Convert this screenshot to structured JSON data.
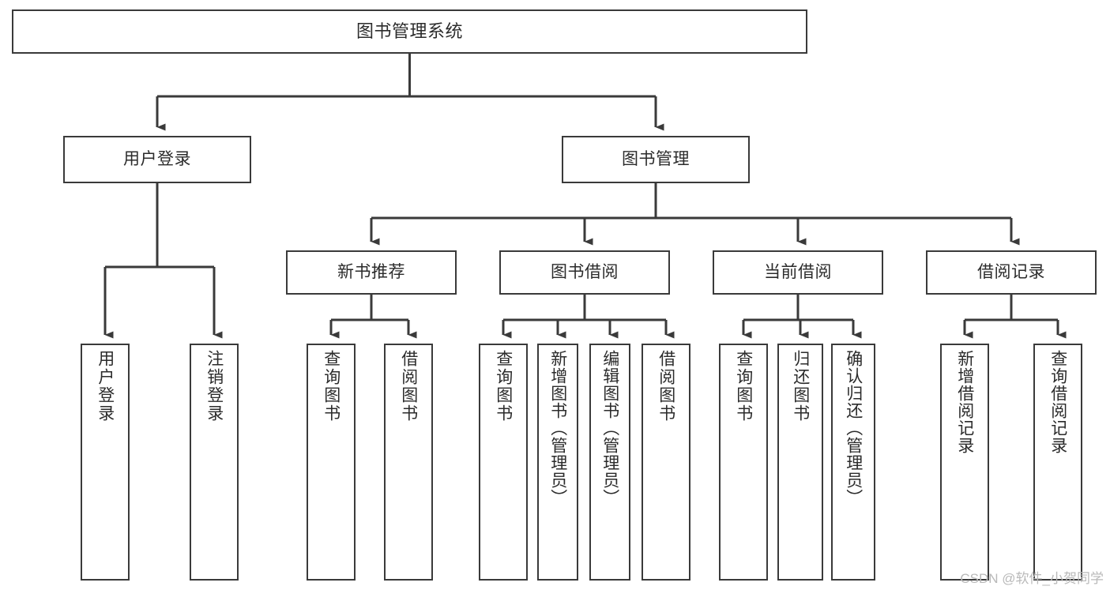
{
  "diagram": {
    "title": "图书管理系统",
    "type": "tree-hierarchy",
    "background_color": "#ffffff",
    "line_color": "#3a3a3a",
    "text_color": "#2b2b2b",
    "nodes": {
      "root": {
        "label": "图书管理系统",
        "level": 1,
        "orientation": "horizontal"
      },
      "l2_0": {
        "label": "用户登录",
        "level": 2,
        "orientation": "horizontal"
      },
      "l2_1": {
        "label": "图书管理",
        "level": 2,
        "orientation": "horizontal"
      },
      "l3_0": {
        "label": "新书推荐",
        "level": 3,
        "orientation": "horizontal"
      },
      "l3_1": {
        "label": "图书借阅",
        "level": 3,
        "orientation": "horizontal"
      },
      "l3_2": {
        "label": "当前借阅",
        "level": 3,
        "orientation": "horizontal"
      },
      "l3_3": {
        "label": "借阅记录",
        "level": 3,
        "orientation": "horizontal"
      },
      "leaf_0": {
        "label": "用户登录",
        "level": 4,
        "orientation": "vertical"
      },
      "leaf_1": {
        "label": "注销登录",
        "level": 4,
        "orientation": "vertical"
      },
      "leaf_2": {
        "label": "查询图书",
        "level": 4,
        "orientation": "vertical"
      },
      "leaf_3": {
        "label": "借阅图书",
        "level": 4,
        "orientation": "vertical"
      },
      "leaf_4": {
        "label": "查询图书",
        "level": 4,
        "orientation": "vertical"
      },
      "leaf_5": {
        "label": "新增图书（管理员）",
        "level": 4,
        "orientation": "vertical"
      },
      "leaf_6": {
        "label": "编辑图书（管理员）",
        "level": 4,
        "orientation": "vertical"
      },
      "leaf_7": {
        "label": "借阅图书",
        "level": 4,
        "orientation": "vertical"
      },
      "leaf_8": {
        "label": "查询图书",
        "level": 4,
        "orientation": "vertical"
      },
      "leaf_9": {
        "label": "归还图书",
        "level": 4,
        "orientation": "vertical"
      },
      "leaf_10": {
        "label": "确认归还（管理员）",
        "level": 4,
        "orientation": "vertical"
      },
      "leaf_11": {
        "label": "新增借阅记录",
        "level": 4,
        "orientation": "vertical"
      },
      "leaf_12": {
        "label": "查询借阅记录",
        "level": 4,
        "orientation": "vertical"
      }
    },
    "edges": [
      {
        "from": "root",
        "to": "l2_0"
      },
      {
        "from": "root",
        "to": "l2_1"
      },
      {
        "from": "l2_0",
        "to": "leaf_0"
      },
      {
        "from": "l2_0",
        "to": "leaf_1"
      },
      {
        "from": "l2_1",
        "to": "l3_0"
      },
      {
        "from": "l2_1",
        "to": "l3_1"
      },
      {
        "from": "l2_1",
        "to": "l3_2"
      },
      {
        "from": "l2_1",
        "to": "l3_3"
      },
      {
        "from": "l3_0",
        "to": "leaf_2"
      },
      {
        "from": "l3_0",
        "to": "leaf_3"
      },
      {
        "from": "l3_1",
        "to": "leaf_4"
      },
      {
        "from": "l3_1",
        "to": "leaf_5"
      },
      {
        "from": "l3_1",
        "to": "leaf_6"
      },
      {
        "from": "l3_1",
        "to": "leaf_7"
      },
      {
        "from": "l3_2",
        "to": "leaf_8"
      },
      {
        "from": "l3_2",
        "to": "leaf_9"
      },
      {
        "from": "l3_2",
        "to": "leaf_10"
      },
      {
        "from": "l3_3",
        "to": "leaf_11"
      },
      {
        "from": "l3_3",
        "to": "leaf_12"
      }
    ]
  },
  "watermark": {
    "text": "CSDN @软件_小贺同学"
  }
}
